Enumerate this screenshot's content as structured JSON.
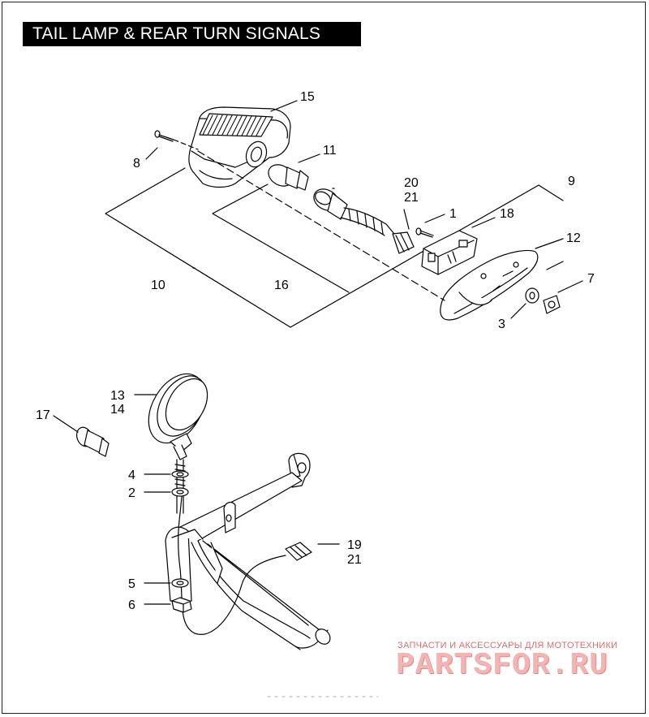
{
  "title": "TAIL LAMP & REAR TURN SIGNALS",
  "callouts": {
    "c15": "15",
    "c8": "8",
    "c11": "11",
    "c20": "20",
    "c21a": "21",
    "c9": "9",
    "c1": "1",
    "c18": "18",
    "c12": "12",
    "c10": "10",
    "c16": "16",
    "c7": "7",
    "c3": "3",
    "c13": "13",
    "c14": "14",
    "c17": "17",
    "c4": "4",
    "c2": "2",
    "c19": "19",
    "c21b": "21",
    "c5": "5",
    "c6": "6"
  },
  "watermark": {
    "subtitle": "ЗАПЧАСТИ И АКСЕССУАРЫ ДЛЯ МОТОТЕХНИКИ",
    "brand": "PARTSFOR.RU"
  },
  "colors": {
    "ink": "#000000",
    "part_fill": "#ffffff",
    "watermark": "#f3b4b4"
  }
}
